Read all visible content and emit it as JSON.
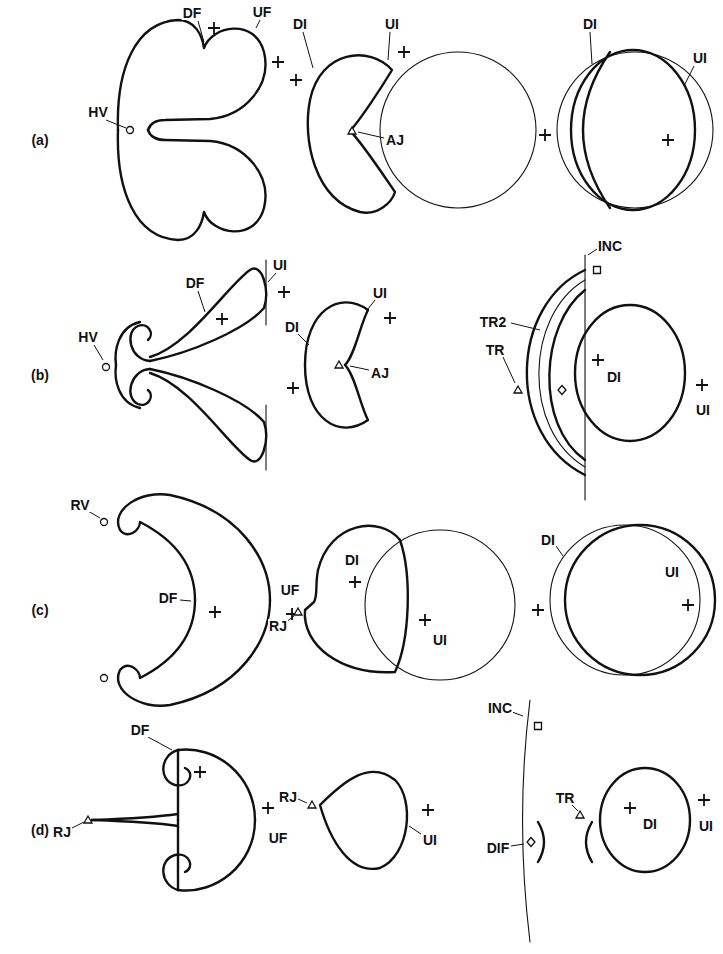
{
  "diagram": {
    "labels": [
      "(a)",
      "HV",
      "DF",
      "UF",
      "DI",
      "UI",
      "AJ",
      "DI",
      "UI",
      "(b)",
      "HV",
      "DF",
      "UI",
      "DI",
      "UI",
      "AJ",
      "INC",
      "TR2",
      "TR",
      "DI",
      "UI",
      "(c)",
      "RV",
      "DF",
      "UF",
      "DI",
      "RJ",
      "UI",
      "DI",
      "UI",
      "(d)",
      "DF",
      "RJ",
      "UF",
      "RJ",
      "UI",
      "INC",
      "DIF",
      "TR",
      "DI",
      "UI"
    ]
  }
}
